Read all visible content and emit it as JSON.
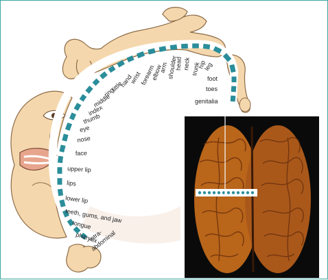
{
  "diagram": {
    "border_color": "#3aa6a0",
    "bar_color": "#2a8d9a",
    "skin_color": "#f5d7ad",
    "skin_outline": "#8a6a45",
    "brain_color": "#b9651a",
    "photo_background": "#0a0a0a",
    "body_part_labels": [
      "genitalia",
      "toes",
      "foot",
      "leg",
      "hip",
      "trunk",
      "neck",
      "head",
      "shoulder",
      "arm",
      "elbow",
      "forearm",
      "wrist",
      "hand",
      "little",
      "ring",
      "middle",
      "index",
      "thumb",
      "eye",
      "nose",
      "face",
      "upper lip",
      "lips",
      "lower lip",
      "teeth, gums, and jaw",
      "tongue",
      "pharynx",
      "intra-abdominal"
    ],
    "label_lines": {
      "intra_abdominal_line1": "intra-",
      "intra_abdominal_line2": "abdominal"
    },
    "icons": {
      "homunculus": "homunculus-figure-icon",
      "brain": "brain-photo-icon"
    }
  }
}
